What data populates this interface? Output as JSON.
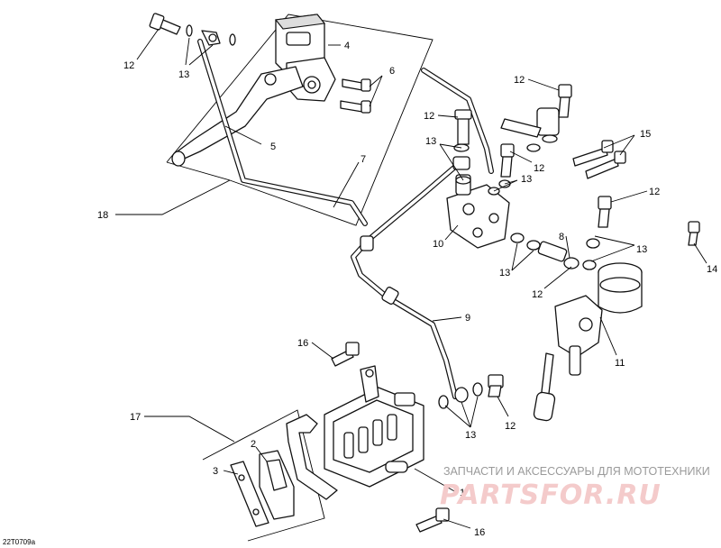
{
  "diagram": {
    "callouts": [
      {
        "id": "c12a",
        "text": "12"
      },
      {
        "id": "c13a",
        "text": "13"
      },
      {
        "id": "c4",
        "text": "4"
      },
      {
        "id": "c6",
        "text": "6"
      },
      {
        "id": "c5",
        "text": "5"
      },
      {
        "id": "c7",
        "text": "7"
      },
      {
        "id": "c18",
        "text": "18"
      },
      {
        "id": "c12b",
        "text": "12"
      },
      {
        "id": "c12c",
        "text": "12"
      },
      {
        "id": "c13b",
        "text": "13"
      },
      {
        "id": "c12d",
        "text": "12"
      },
      {
        "id": "c13c",
        "text": "13"
      },
      {
        "id": "c15",
        "text": "15"
      },
      {
        "id": "c10",
        "text": "10"
      },
      {
        "id": "c12e",
        "text": "12"
      },
      {
        "id": "c8",
        "text": "8"
      },
      {
        "id": "c13d",
        "text": "13"
      },
      {
        "id": "c13e",
        "text": "13"
      },
      {
        "id": "c14",
        "text": "14"
      },
      {
        "id": "c12f",
        "text": "12"
      },
      {
        "id": "c11",
        "text": "11"
      },
      {
        "id": "c9",
        "text": "9"
      },
      {
        "id": "c16a",
        "text": "16"
      },
      {
        "id": "c17",
        "text": "17"
      },
      {
        "id": "c2",
        "text": "2"
      },
      {
        "id": "c3",
        "text": "3"
      },
      {
        "id": "c12g",
        "text": "12"
      },
      {
        "id": "c13f",
        "text": "13"
      },
      {
        "id": "c1",
        "text": "1"
      },
      {
        "id": "c16b",
        "text": "16"
      }
    ],
    "figure_code": "22T0709a"
  },
  "watermark": {
    "caption": "ЗАПЧАСТИ И АКСЕССУАРЫ ДЛЯ МОТОТЕХНИКИ",
    "logo": "PARTSFOR.RU"
  },
  "colors": {
    "line": "#000000",
    "watermark_text": "#9a9a9a",
    "watermark_logo": "#f4cbcb"
  }
}
